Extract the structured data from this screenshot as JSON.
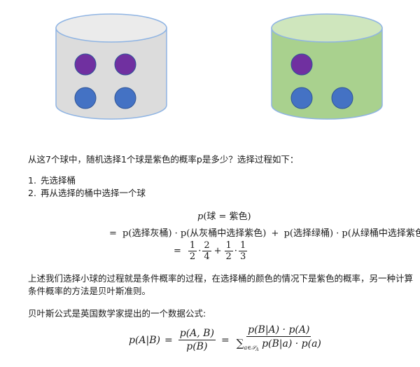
{
  "figure": {
    "bucket_grey": {
      "fill": "#dcdcdc",
      "top_fill": "#ebebeb",
      "stroke": "#8fb4e3",
      "balls": [
        "purple",
        "purple",
        "blue",
        "blue"
      ]
    },
    "bucket_green": {
      "fill": "#a9d18e",
      "top_fill": "#cfe6bd",
      "stroke": "#8fb4e3",
      "balls": [
        "purple",
        "blue",
        "blue"
      ]
    },
    "colors": {
      "purple": "#7030a0",
      "blue": "#4472c4",
      "ball_stroke": "#2f5597"
    }
  },
  "question": "从这7个球中，随机选择1个球是紫色的概率p是多少？选择过程如下：",
  "steps": [
    {
      "num": "1.",
      "text": "先选择桶"
    },
    {
      "num": "2.",
      "text": "再从选择的桶中选择一个球"
    }
  ],
  "equation1": {
    "line1": {
      "p": "p",
      "lhs": "(球 = 紫色)"
    },
    "line2": {
      "eq": "=",
      "t1": "p(选择灰桶) · p(从灰桶中选择紫色)",
      "plus": "+",
      "t2": "p(选择绿桶) · p(从绿桶中选择紫色)"
    },
    "line3": {
      "eq": "=",
      "f1n": "1",
      "f1d": "2",
      "dot1": "·",
      "f2n": "2",
      "f2d": "4",
      "plus": "+",
      "f3n": "1",
      "f3d": "2",
      "dot2": "·",
      "f4n": "1",
      "f4d": "3"
    }
  },
  "paragraph1_line1": "上述我们选择小球的过程就是条件概率的过程，在选择桶的颜色的情况下是紫色的概率，另一种计算",
  "paragraph1_line2": "条件概率的方法是贝叶斯准则。",
  "paragraph2": "贝叶斯公式是英国数学家提出的一个数据公式:",
  "bayes": {
    "lhs": "p(A|B)",
    "eq1": "=",
    "mid_num": "p(A, B)",
    "mid_den": "p(B)",
    "eq2": "=",
    "right_num": "p(B|A) · p(A)",
    "right_den_sum": "∑",
    "right_den_sub": "a∈𝒮",
    "right_den_subsub": "A",
    "right_den_rest": "p(B|a) · p(a)"
  }
}
